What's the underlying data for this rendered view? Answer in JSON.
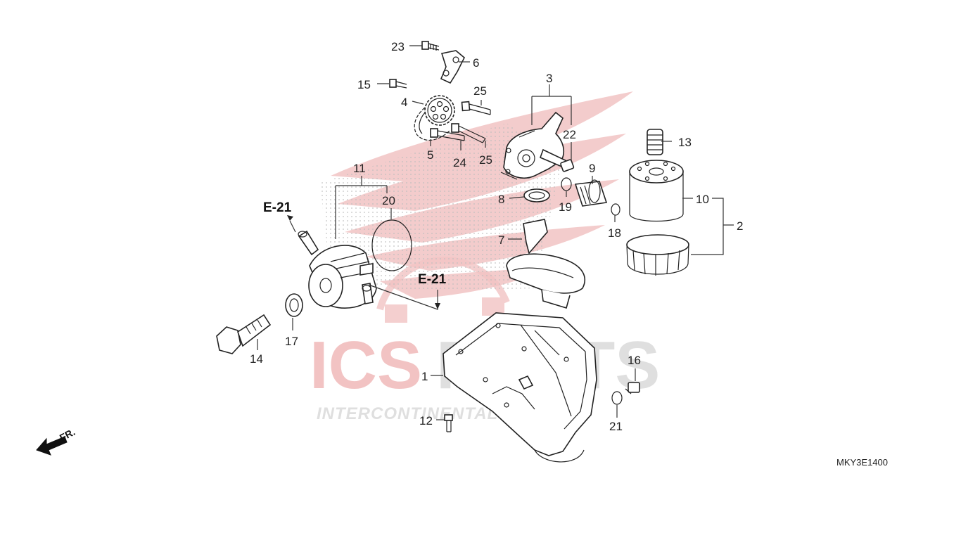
{
  "watermark": {
    "brand_left": "ICS",
    "brand_right": "PARTS",
    "tagline": "INTERCONTINENTAL PARTS",
    "colors": {
      "red": "#f2c4c4",
      "gray": "#e2e2e2"
    }
  },
  "callouts": {
    "n1": "1",
    "n2": "2",
    "n3": "3",
    "n4": "4",
    "n5": "5",
    "n6": "6",
    "n7": "7",
    "n8": "8",
    "n9": "9",
    "n10": "10",
    "n11": "11",
    "n12": "12",
    "n13": "13",
    "n14": "14",
    "n15": "15",
    "n16": "16",
    "n17": "17",
    "n18": "18",
    "n19": "19",
    "n20": "20",
    "n21a": "21",
    "n22": "22",
    "n23": "23",
    "n24": "24",
    "n25a": "25",
    "n25b": "25"
  },
  "references": {
    "ref_left": "E-21",
    "ref_center": "E-21"
  },
  "front_indicator": "FR.",
  "drawing_code": "MKY3E1400"
}
